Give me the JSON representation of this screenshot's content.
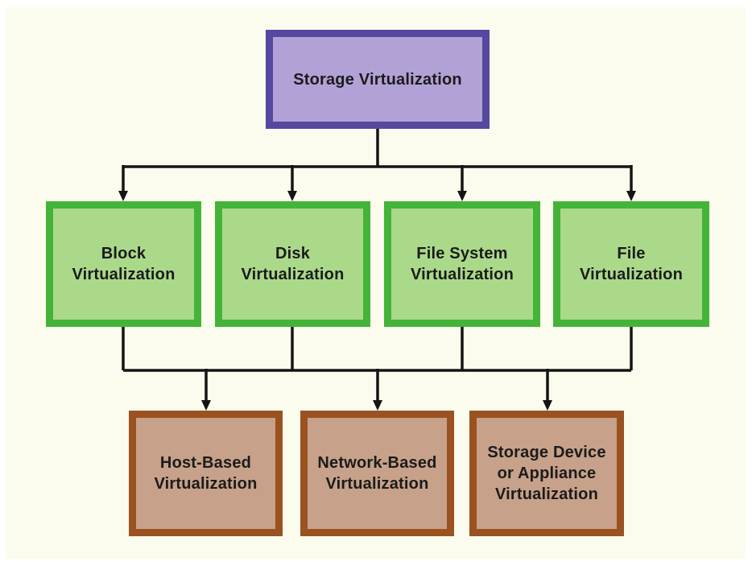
{
  "diagram": {
    "root": {
      "label": "Storage Virtualization"
    },
    "types": [
      {
        "label": "Block\nVirtualization"
      },
      {
        "label": "Disk\nVirtualization"
      },
      {
        "label": "File System\nVirtualization"
      },
      {
        "label": "File\nVirtualization"
      }
    ],
    "methods": [
      {
        "label": "Host-Based\nVirtualization"
      },
      {
        "label": "Network-Based\nVirtualization"
      },
      {
        "label": "Storage Device\nor Appliance\nVirtualization"
      }
    ],
    "colors": {
      "canvas-bg": "#fcfcee",
      "root-fill": "#b2a1d6",
      "root-border": "#55489e",
      "type-fill": "#abd98a",
      "type-border": "#44b438",
      "method-fill": "#c7a189",
      "method-border": "#9a5220",
      "line": "#141414",
      "text": "#1b1b1b"
    }
  }
}
